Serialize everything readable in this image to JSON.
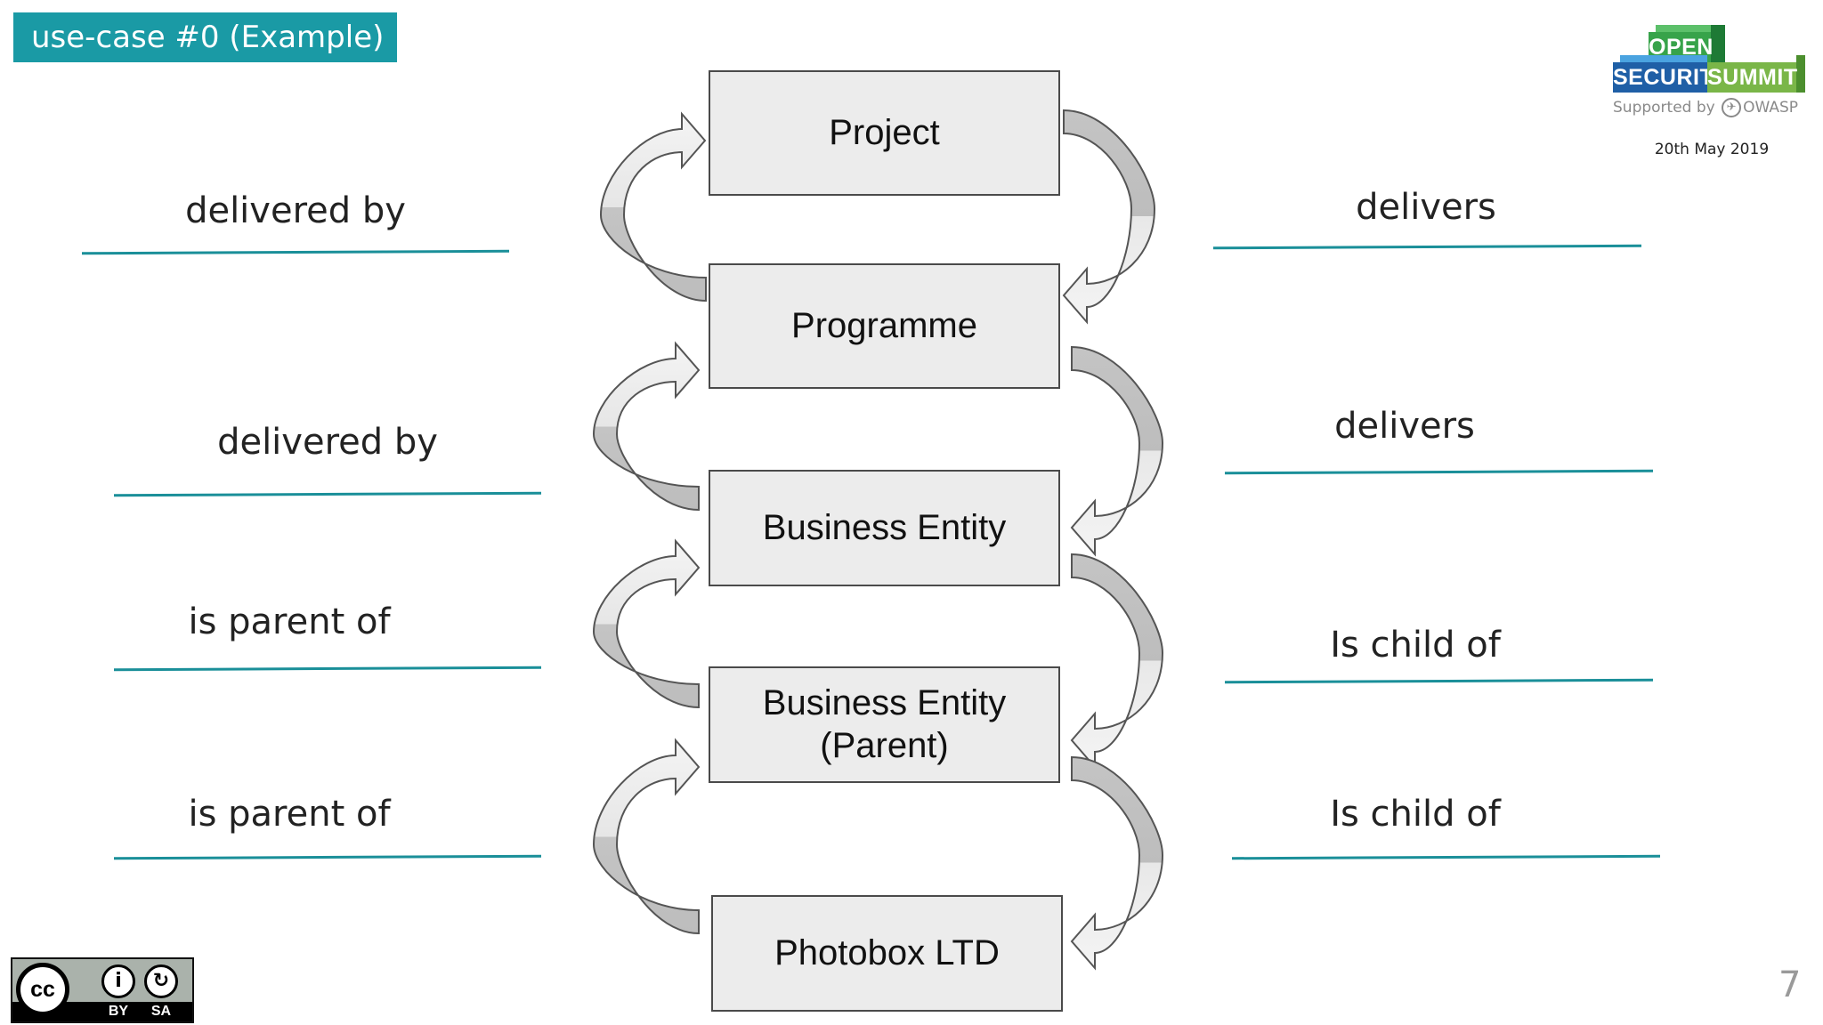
{
  "slide": {
    "title": "use-case #0 (Example)",
    "page_number": "7",
    "date": "20th May 2019"
  },
  "logo": {
    "word_open": "OPEN",
    "word_security": "SECURITY",
    "word_summit": "SUMMIT",
    "supported_by": "Supported by",
    "owasp": "OWASP"
  },
  "diagram": {
    "nodes": [
      {
        "id": "project",
        "label": "Project"
      },
      {
        "id": "programme",
        "label": "Programme"
      },
      {
        "id": "business-entity",
        "label": "Business Entity"
      },
      {
        "id": "business-entity-parent",
        "label": "Business Entity\n(Parent)"
      },
      {
        "id": "photobox",
        "label": "Photobox LTD"
      }
    ],
    "left_relations": [
      "delivered by",
      "delivered by",
      "is parent of",
      "is parent of"
    ],
    "right_relations": [
      "delivers",
      "delivers",
      "Is child of",
      "Is child of"
    ]
  },
  "license": {
    "cc": "cc",
    "by": "BY",
    "sa": "SA"
  },
  "colors": {
    "accent_teal": "#1a9aa5",
    "box_fill": "#ececec",
    "arrow_dark": "#c8c8c8",
    "arrow_light": "#f2f2f2"
  }
}
